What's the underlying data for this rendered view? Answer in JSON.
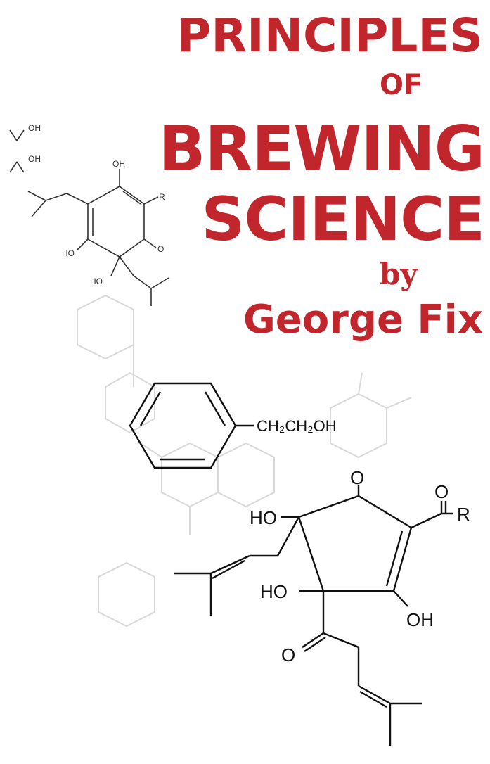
{
  "cover": {
    "title_line1": "PRINCIPLES",
    "title_line2": "OF",
    "title_line3": "BREWING",
    "title_line4": "SCIENCE",
    "byline": "by",
    "author": "George Fix",
    "title_color": "#c0262b"
  },
  "labels": {
    "small_oh_a": "OH",
    "small_oh_b": "OH",
    "small_oh_top": "OH",
    "small_r": "R",
    "small_ho_left": "HO",
    "small_ho_bottom": "HO",
    "small_o": "O",
    "chain": "CH₂CH₂OH",
    "big_o_top": "O",
    "big_o_right": "O",
    "big_r": "R",
    "big_ho_top": "HO",
    "big_ho_mid": "HO",
    "big_oh": "OH",
    "big_o_bottom": "O"
  },
  "icons": [
    "hop-acid-structure",
    "phenylethanol-structure",
    "iso-alpha-acid-structure"
  ]
}
